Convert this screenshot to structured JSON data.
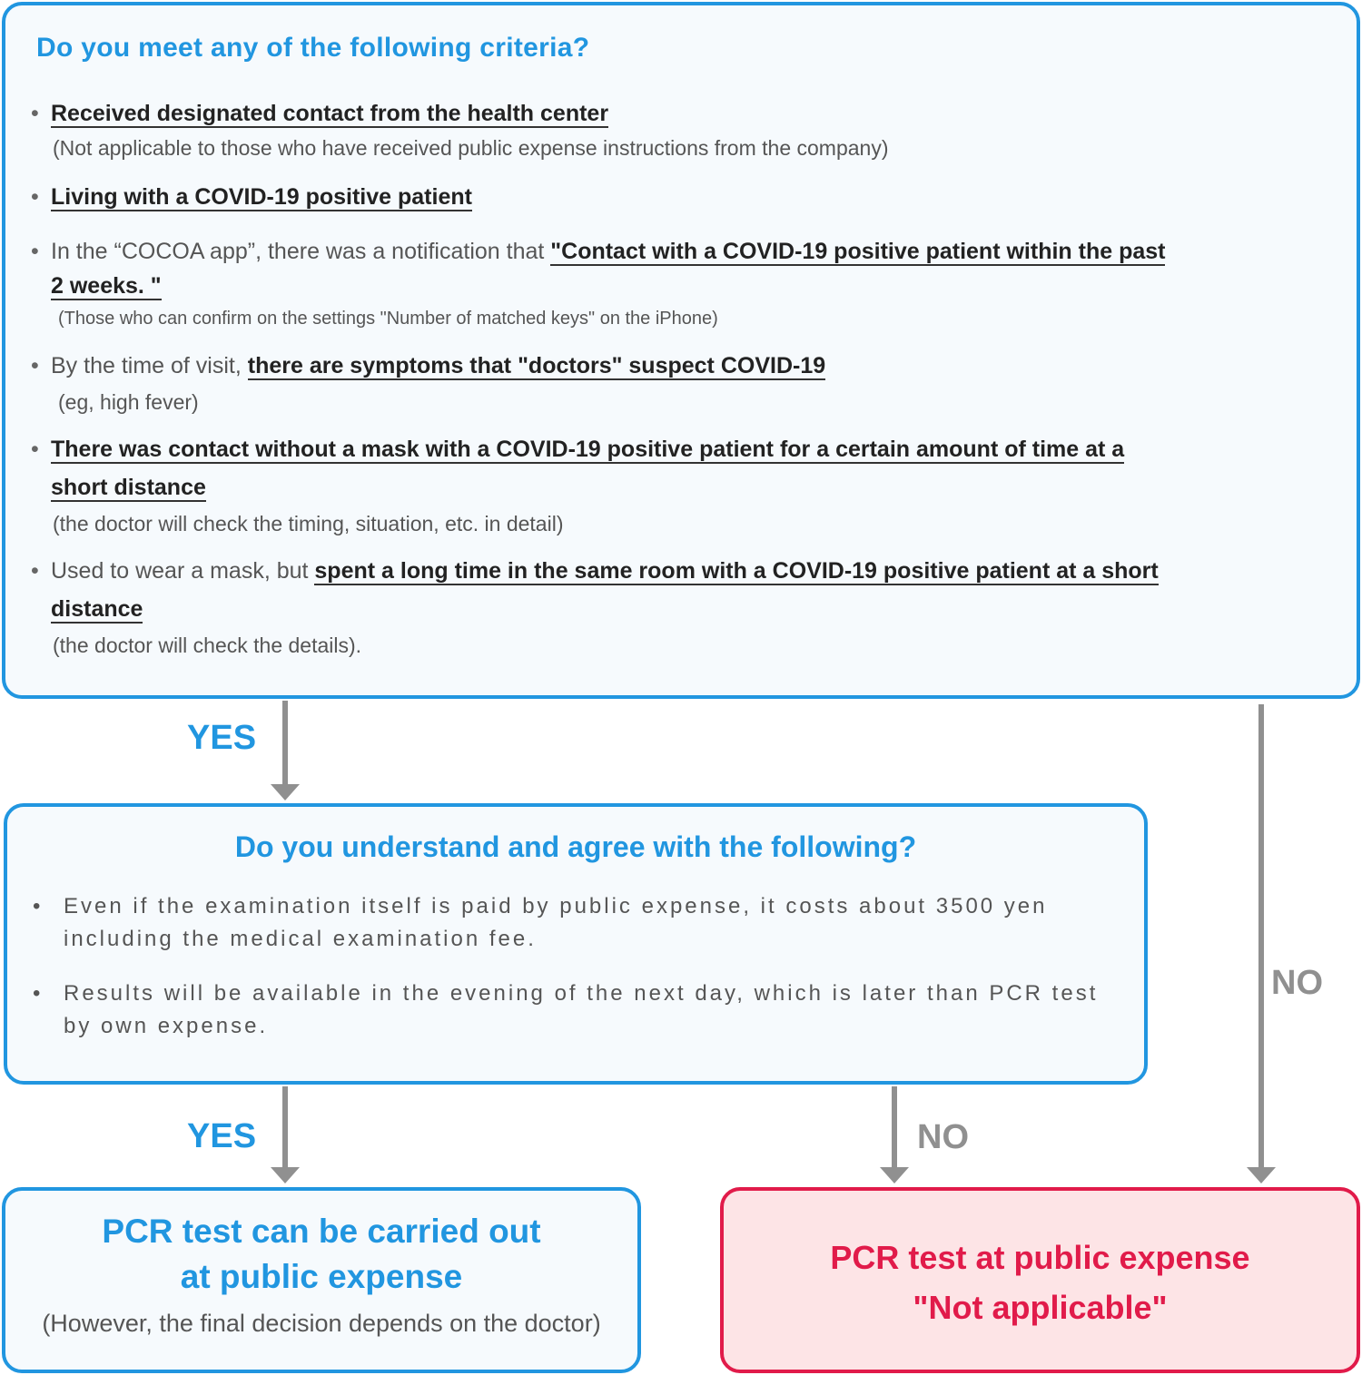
{
  "criteria": {
    "title": "Do you meet any of the following criteria?",
    "items": [
      {
        "pre": "",
        "bold": "Received designated contact from the health center"
      },
      {
        "pre": "",
        "bold": "Living with a COVID-19 positive patient"
      },
      {
        "pre": "In the “COCOA app”, there was a notification that ",
        "bold": "\"Contact with a COVID-19 positive patient within the past",
        "bold2": "2 weeks. \""
      },
      {
        "pre": "By the time of visit, ",
        "bold": "there are symptoms that \"doctors\" suspect COVID-19"
      },
      {
        "pre": "",
        "bold": "There was contact without a mask with a COVID-19 positive patient for a certain amount of time at a",
        "bold2": "short distance "
      },
      {
        "pre": "Used to wear a mask, but ",
        "bold": "spent a long time in the same room with a COVID-19 positive patient at a short",
        "bold2": "distance"
      }
    ],
    "notes": [
      "(Not applicable to those who have received public expense instructions from the company)",
      "(Those who can confirm on the settings \"Number of matched keys\" on the iPhone)",
      "(eg, high fever)",
      "(the doctor will check the timing, situation, etc. in detail)",
      "(the doctor will check the details)."
    ],
    "bullet": "•"
  },
  "agree": {
    "title": "Do you understand and agree with the following?",
    "items": [
      "Even if the examination itself is paid by public expense, it costs about 3500 yen including the medical examination fee.",
      "Results will be available in the evening of the next day, which is later than PCR test by own expense."
    ]
  },
  "flow": {
    "yes": "YES",
    "no": "NO"
  },
  "result_yes": {
    "line1": "PCR test can be carried out",
    "line2": "at public expense",
    "note": "(However, the final decision depends on the doctor)"
  },
  "result_no": {
    "line1": "PCR test at public expense",
    "line2": "\"Not applicable\""
  },
  "colors": {
    "blue": "#2196e0",
    "red": "#e11b4a",
    "gray": "#909090"
  }
}
